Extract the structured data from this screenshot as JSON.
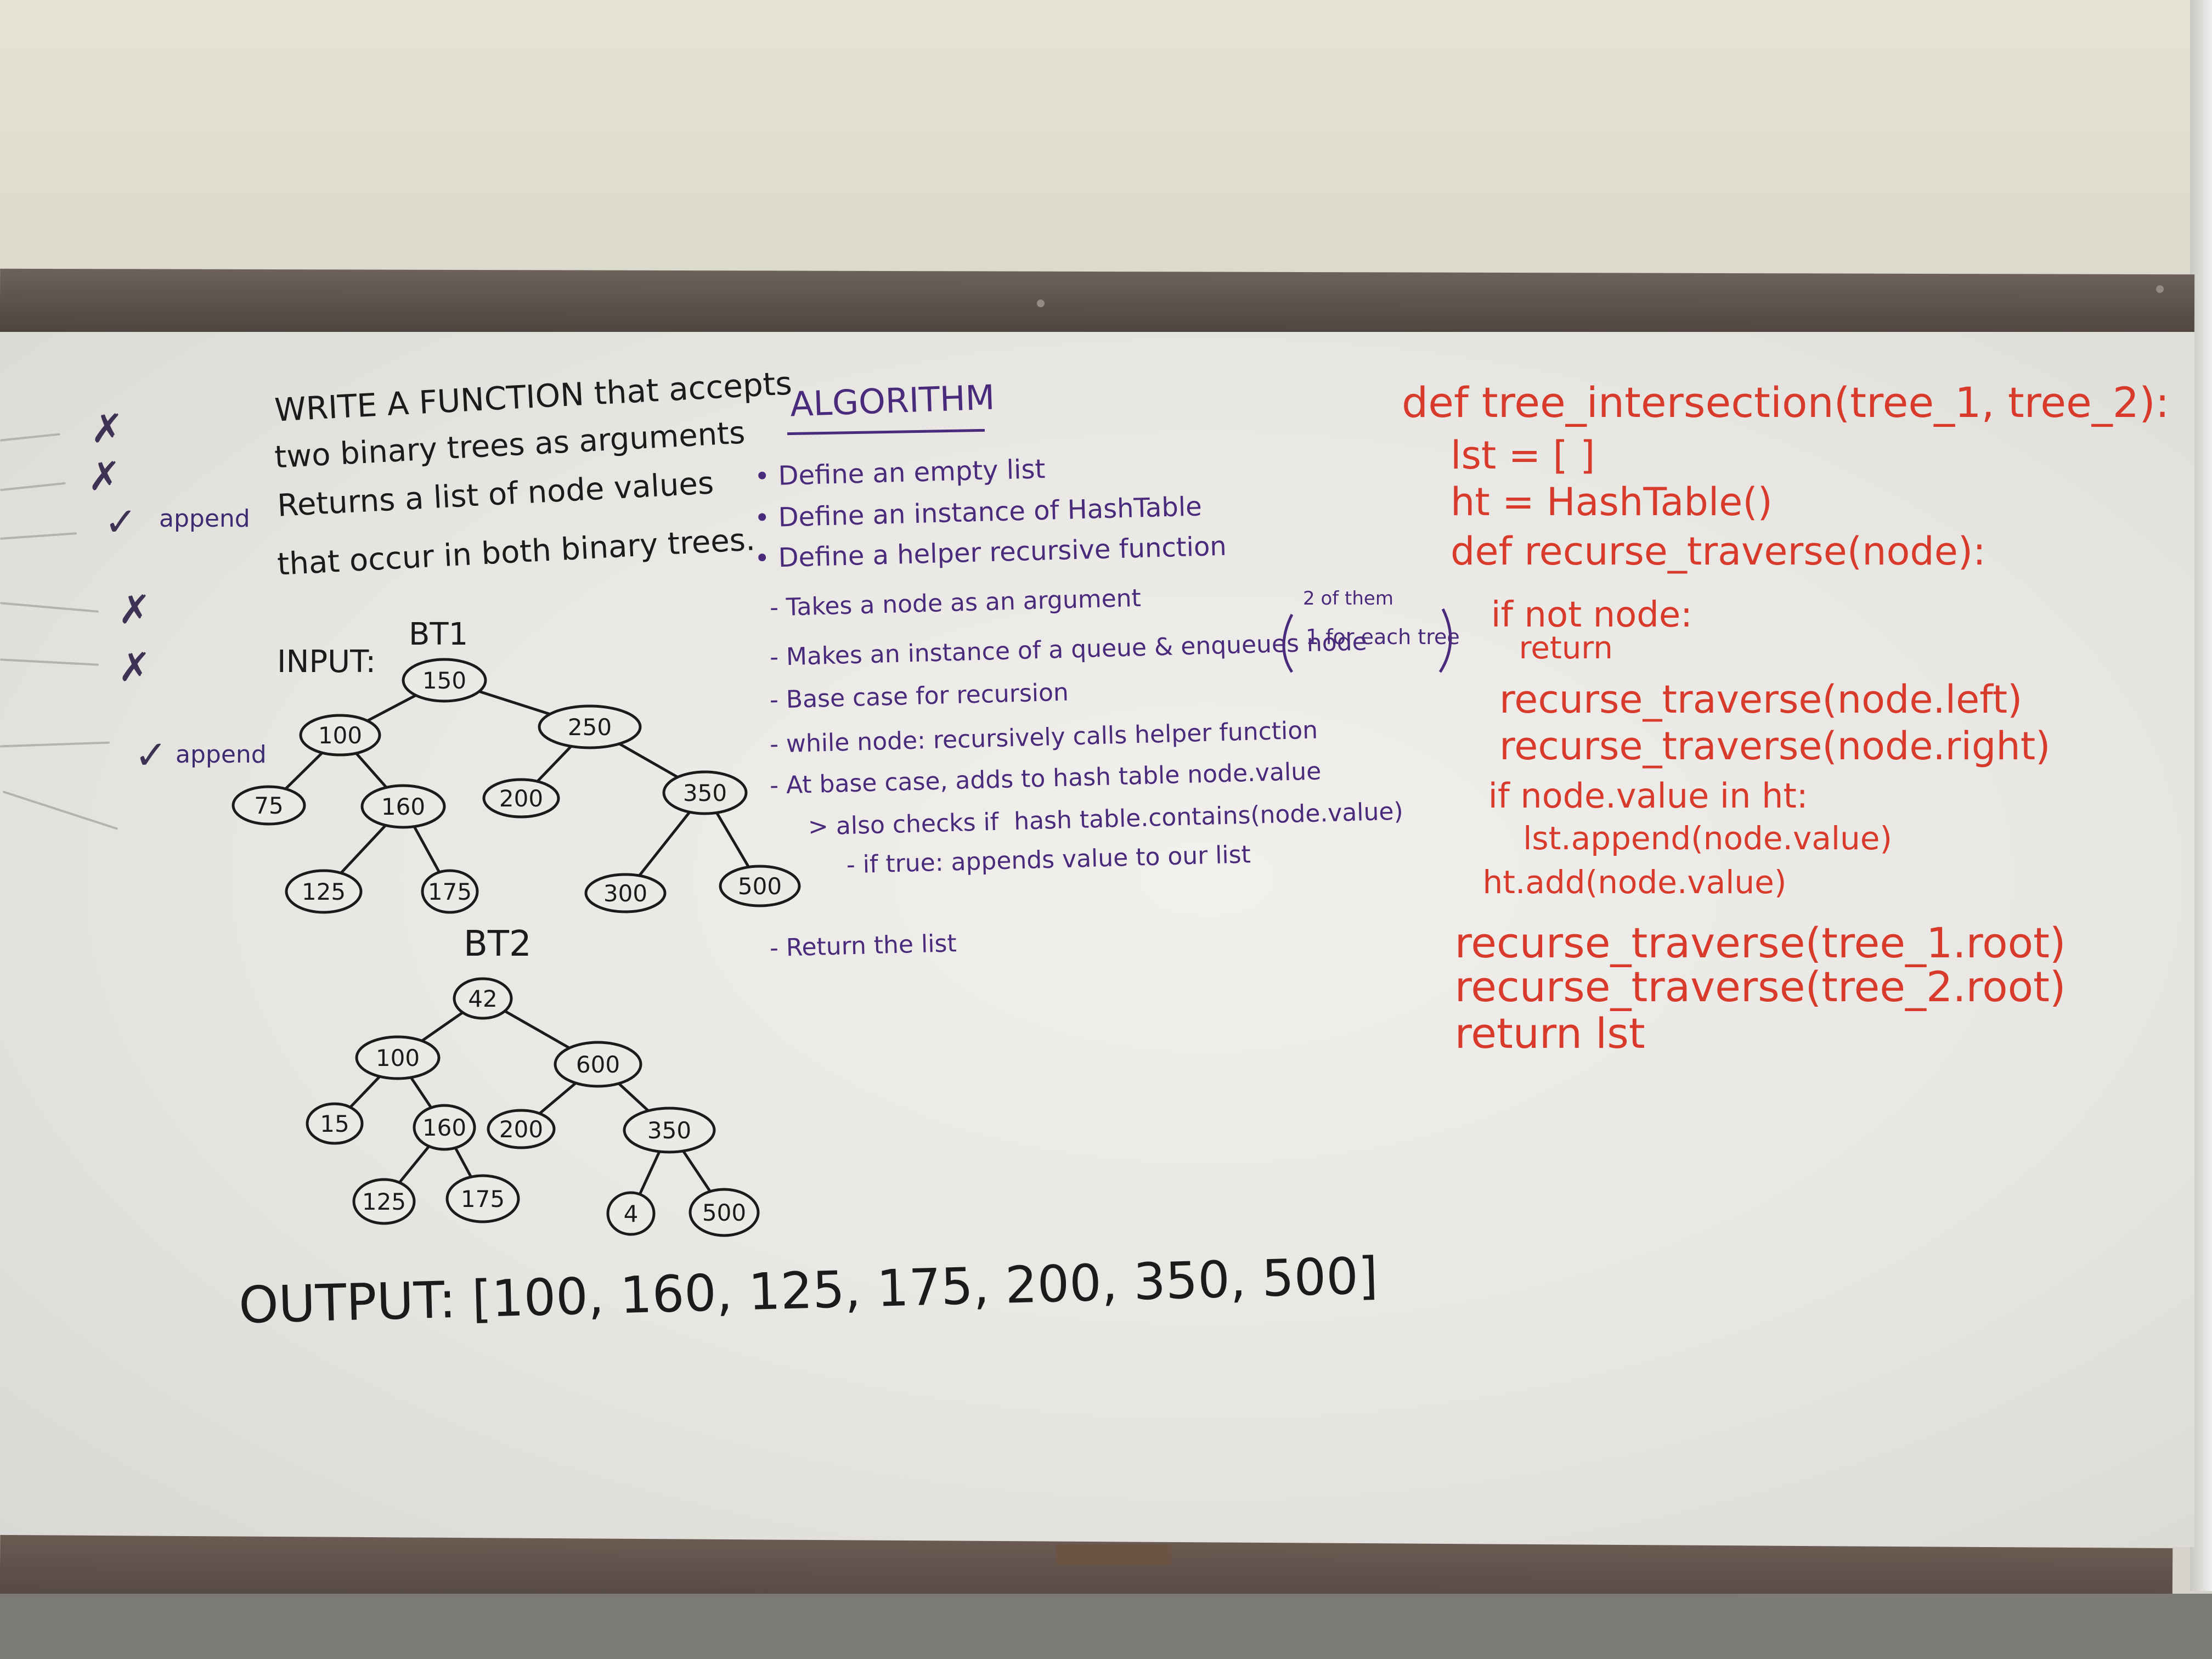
{
  "left_marks": [
    {
      "symbol": "✗",
      "note": ""
    },
    {
      "symbol": "✗",
      "note": ""
    },
    {
      "symbol": "✓",
      "note": "append"
    },
    {
      "symbol": "✗",
      "note": ""
    },
    {
      "symbol": "✗",
      "note": ""
    },
    {
      "symbol": "✓",
      "note": "append"
    }
  ],
  "prompt": {
    "line1": "WRITE A FUNCTION that accepts",
    "line2": "two binary trees as arguments",
    "line3": "Returns a list of node values",
    "line4": "that occur in both binary trees."
  },
  "input_label": "INPUT:",
  "bt1_label": "BT1",
  "bt2_label": "BT2",
  "bt1_nodes": [
    "150",
    "100",
    "250",
    "75",
    "160",
    "200",
    "350",
    "125",
    "175",
    "300",
    "500"
  ],
  "bt2_nodes": [
    "42",
    "100",
    "600",
    "15",
    "160",
    "200",
    "350",
    "125",
    "175",
    "4",
    "500"
  ],
  "output": "OUTPUT: [100, 160, 125, 175, 200, 350, 500]",
  "algorithm": {
    "title": "ALGORITHM",
    "steps": [
      "• Define an empty list",
      "• Define an instance of HashTable",
      "• Define a helper recursive function",
      "  - Takes a node as an argument",
      "  - Makes an instance of a queue & enqueues node",
      "  - Base case for recursion",
      "  - while node: recursively calls helper function",
      "  - At base case, adds to hash table node.value",
      "       > also checks if  hash table.contains(node.value)",
      "            - if true: appends value to our list",
      "",
      "  - Return the list"
    ],
    "side_note_line1": "2 of them",
    "side_note_line2": "1 for each tree"
  },
  "code": {
    "lines": [
      "def tree_intersection(tree_1, tree_2):",
      "    lst = [ ]",
      "    ht = HashTable()",
      "    def recurse_traverse(node):",
      "        if not node:",
      "            return",
      "        recurse_traverse(node.left)",
      "        recurse_traverse(node.right)",
      "        if node.value in ht:",
      "            lst.append(node.value)",
      "        ht.add(node.value)",
      "    recurse_traverse(tree_1.root)",
      "    recurse_traverse(tree_2.root)",
      "    return lst"
    ]
  },
  "colors": {
    "black_marker": "#1b1b1b",
    "purple_marker": "#4a2a7a",
    "red_marker": "#d83a2c",
    "board": "#ecebe7",
    "rail": "#5e534c"
  }
}
